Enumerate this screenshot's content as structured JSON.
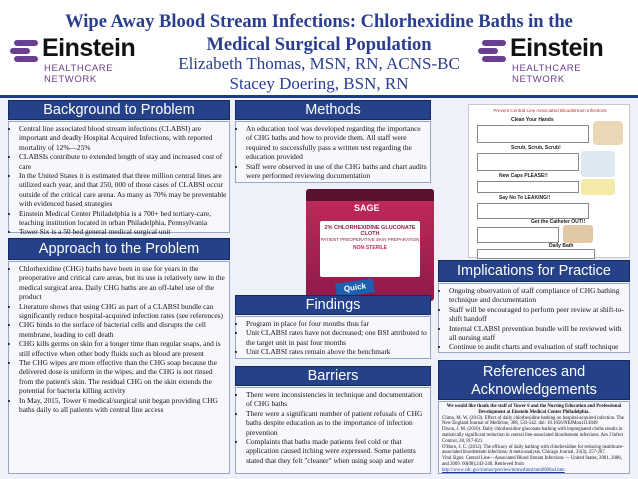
{
  "poster": {
    "title_line1": "Wipe Away Blood Stream Infections: Chlorhexidine Baths in the",
    "title_line2": "Medical Surgical Population",
    "author1": "Elizabeth Thomas, MSN, RN, ACNS-BC",
    "author2": "Stacey Doering, BSN, RN"
  },
  "logo": {
    "name": "Einstein",
    "subtitle": "HEALTHCARE NETWORK"
  },
  "colors": {
    "header_bg": "#24418a",
    "title_text": "#2a3d8f",
    "logo_accent": "#6b3f8f",
    "panel_bg": "#f7f8fc"
  },
  "background": {
    "heading": "Background to Problem",
    "items": [
      "Central line associated blood stream infections (CLABSI) are important and deadly Hospital Acquired Infections, with reported mortality of 12%—25%",
      "CLABSIs contribute to extended length of stay and increased cost of care",
      "In the United States it is estimated that three million central lines are utilized each year, and that 250, 000 of those cases of CLABSI occur outside of the critical care arena. As many as 70% may be preventable with evidenced based strategies",
      "Einstein Medical Center Philadelphia is a 700+ bed tertiary-care, teaching institution located in urban Philadelphia, Pennsylvania",
      "Tower Six is a 50 bed general medical surgical unit"
    ]
  },
  "methods": {
    "heading": "Methods",
    "items": [
      "An education tool was developed regarding the importance of CHG baths and how to provide them. All staff were required to successfully pass a written test regarding the education provided",
      "Staff were observed in use of the CHG baths and chart audits were performed reviewing documentation"
    ]
  },
  "approach": {
    "heading": "Approach to the Problem",
    "items": [
      "Chlorhexidine (CHG) baths have been in use for years in the preoperative and critical care areas, but its use is relatively new in the medical surgical area. Daily CHG baths are an off-label use of the product",
      "Literature shows that using CHG as part of a CLABSI bundle can significantly reduce hospital-acquired infection rates (see references)",
      "CHG binds to the surface of bacterial cells and disrupts the cell membrane, leading to cell death",
      "CHG kills germs on skin for a longer time than regular soaps, and is still effective when other body fluids such as blood are present",
      "The CHG wipes are more effective than the CHG soap because the delivered dose is uniform in the wipes, and the CHG is not rinsed from the patient's skin. The residual CHG on the skin extends the potential for bacteria killing activity",
      "In May, 2015, Tower 6 medical/surgical unit began providing CHG baths daily to all patients with central line access"
    ]
  },
  "findings": {
    "heading": "Findings",
    "items": [
      "Program in place for four months thus far",
      "Unit CLABSI rates have not decreased; one BSI attributed to the target unit in past four months",
      "Unit CLABSI rates remain above the benchmark"
    ]
  },
  "barriers": {
    "heading": "Barriers",
    "items": [
      "There were inconsistencies in technique and documentation of CHG baths",
      "There were a significant number of patient refusals of CHG baths despite education as to the importance of infection prevention",
      "Complaints that baths made patients feel cold or that application caused itching were expressed. Some patients stated that they felt \"cleaner\" when using soap and water"
    ]
  },
  "implications": {
    "heading": "Implications for Practice",
    "items": [
      "Ongoing observation of staff compliance of CHG bathing technique and documentation",
      "Staff will be encouraged to perform peer review at shift-to-shift handoff",
      "Internal CLABSI prevention bundle will be reviewed with all nursing staff",
      "Continue to audit charts and evaluation of staff technique"
    ]
  },
  "references": {
    "heading_line1": "References and",
    "heading_line2": "Acknowledgements",
    "thanks": "We would like thank the staff of Tower 6 and the Nursing Education and Professional Development at Einstein Medical Center Philadelphia.",
    "items": [
      "Climo, M. W. (2013). Effect of daily chlorhexidine bathing on hospital-acquired infection. The New England Journal of Medicine, 368, 533-542. doi: 10.1056/NEJMoa1113849",
      "Dixon, J. M. (2010). Daily chlorhexidine gluconate bathing with impregnated cloths results in statistically significant reduction in central line-associated bloodstream infections. Am J Infect Control, 38, 817-821.",
      "O'Horo, J. C. (2012). The efficacy of daily bathing with chlorhexidine for reducing healthcare-associated bloodstream infections: A meta-analysis. Chicago Journal, 33(3), 257-267.",
      "Vital Signs: Central Line—Associated Blood Stream Infections — United States, 2001, 2008, and 2009. 60(08);243-248. Retrieved from",
      "http://www.cdc.gov/mmwr/preview/mmwrhtml/mm6008a4.htm"
    ]
  },
  "product_image": {
    "brand": "SAGE",
    "name": "2% CHLORHEXIDINE GLUCONATE CLOTH",
    "subname": "PATIENT PREOPERATIVE SKIN PREPARATION",
    "warning": "NON-STERILE",
    "quick": "Quick"
  },
  "handout": {
    "title": "Prevent Central Line Associated Bloodstream Infections",
    "sections": [
      "Clean Your Hands",
      "Scrub, Scrub, Scrub!",
      "New Caps PLEASE!!",
      "Say No To LEAKING!!",
      "Get the Catheter OUT!!",
      "Daily Bath"
    ]
  }
}
